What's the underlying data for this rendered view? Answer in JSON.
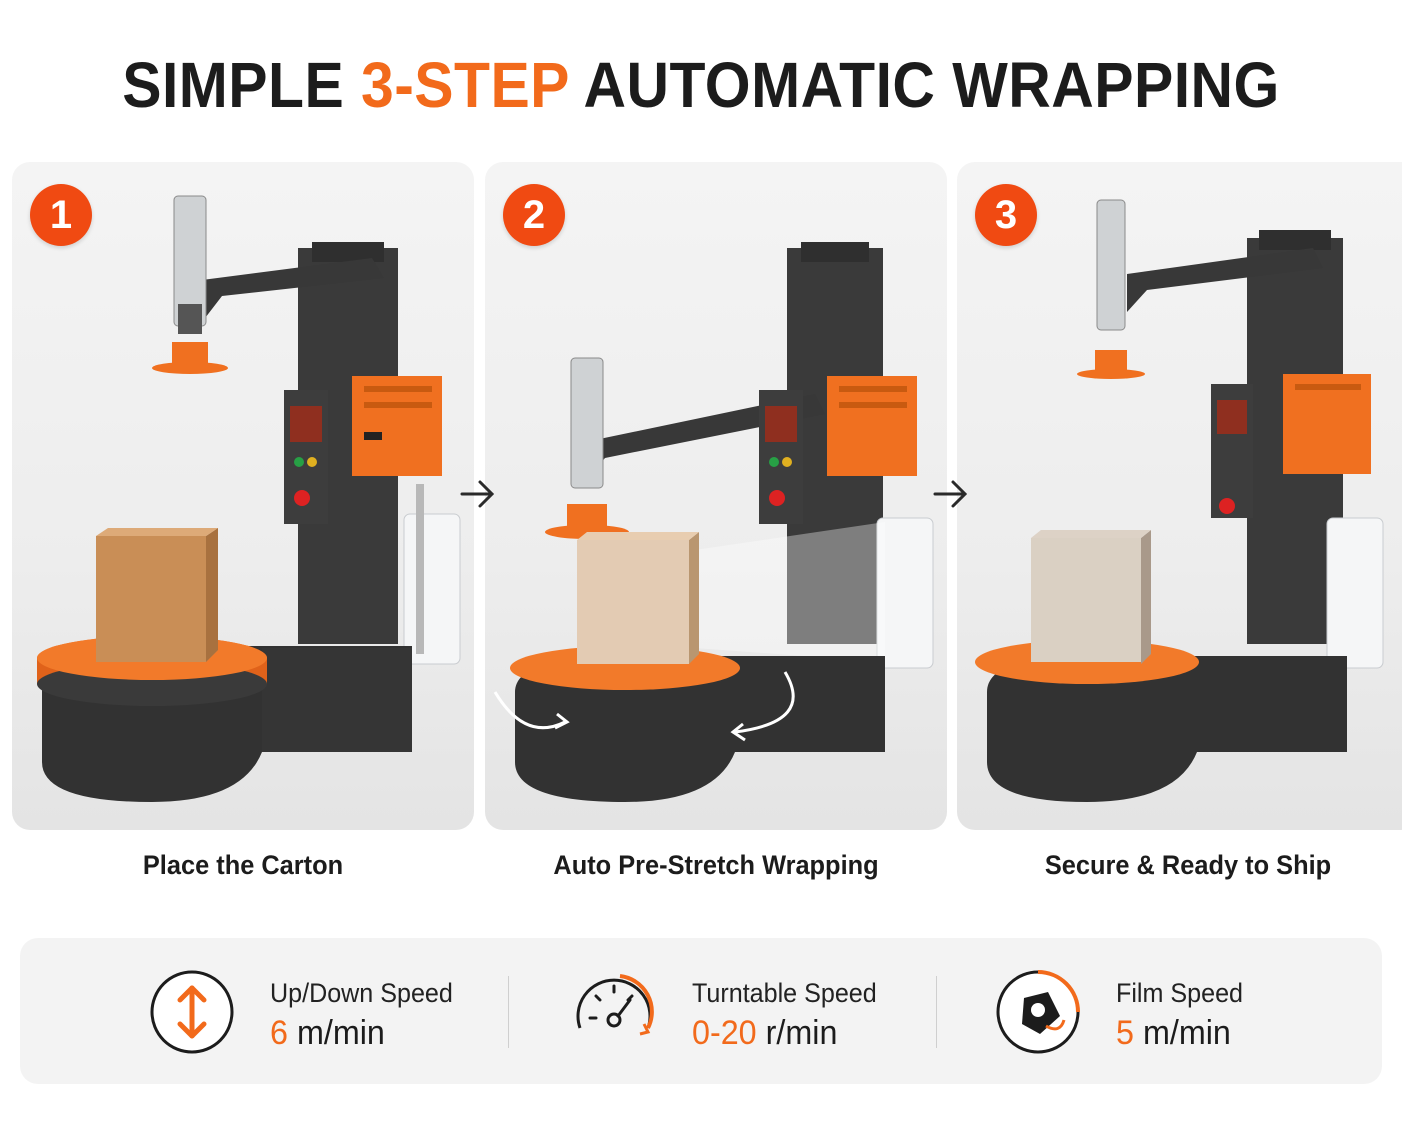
{
  "title": {
    "prefix": "SIMPLE",
    "accent": "3-STEP",
    "suffix": "AUTOMATIC WRAPPING"
  },
  "steps": [
    {
      "number": "1",
      "caption": "Place the Carton"
    },
    {
      "number": "2",
      "caption": "Auto Pre-Stretch Wrapping"
    },
    {
      "number": "3",
      "caption": "Secure & Ready to Ship"
    }
  ],
  "specs": [
    {
      "label": "Up/Down Speed",
      "value_num": "6",
      "value_unit": "m/min",
      "icon": "up-down-arrow-icon"
    },
    {
      "label": "Turntable Speed",
      "value_num": "0-20",
      "value_unit": "r/min",
      "icon": "speedometer-icon"
    },
    {
      "label": "Film Speed",
      "value_num": "5",
      "value_unit": "m/min",
      "icon": "film-tag-icon"
    }
  ],
  "colors": {
    "accent": "#f26a1b",
    "badge": "#f04a12",
    "machine_dark": "#3a3a3a",
    "machine_orange": "#f07020"
  }
}
